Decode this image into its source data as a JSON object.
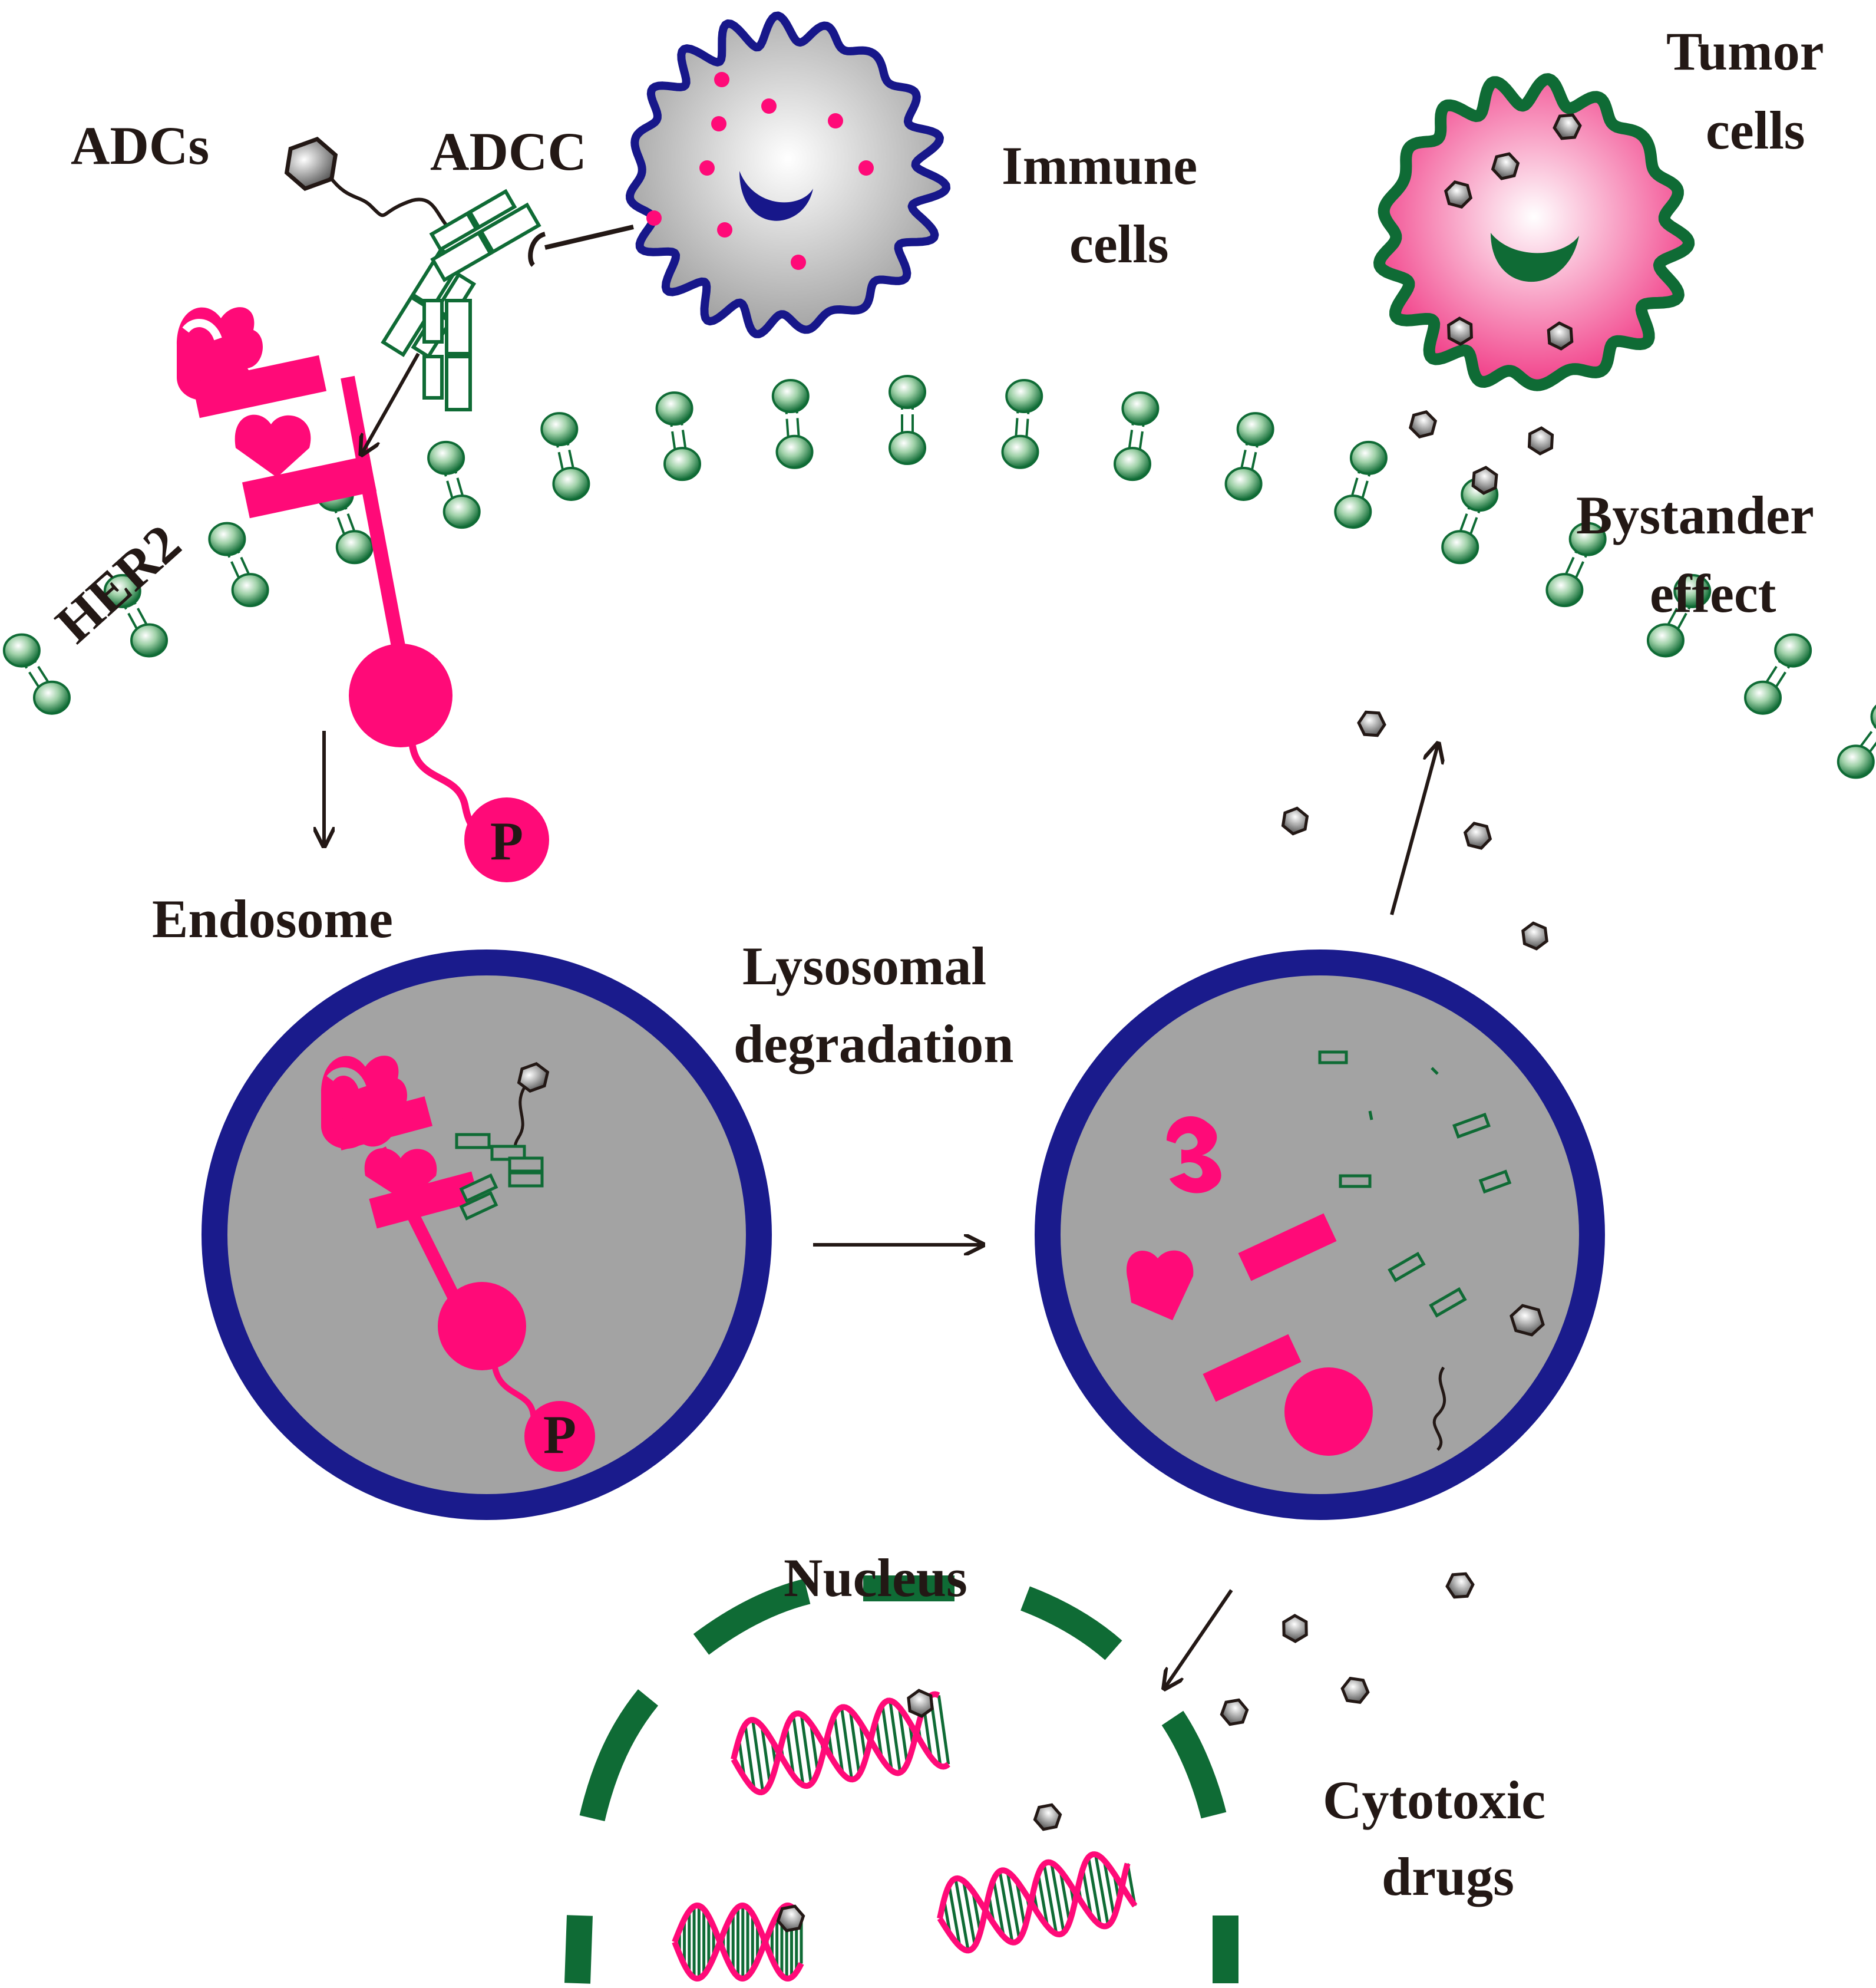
{
  "labels": {
    "adcs": "ADCs",
    "adcc": "ADCC",
    "immune_line1": "Immune",
    "immune_line2": "cells",
    "tumor_line1": "Tumor",
    "tumor_line2": "cells",
    "her2": "HER2",
    "bystander_line1": "Bystander",
    "bystander_line2": "effect",
    "endosome": "Endosome",
    "lysosomal_line1": "Lysosomal",
    "lysosomal_line2": "degradation",
    "nucleus": "Nucleus",
    "cytotoxic_line1": "Cytotoxic",
    "cytotoxic_line2": "drugs",
    "phosphate": "P"
  },
  "colors": {
    "membrane_green": "#0f6b35",
    "her2_pink": "#ff0a78",
    "endosome_ring": "#1a1b8c",
    "endosome_fill": "#a3a3a3",
    "immune_outline": "#17178a",
    "tumor_outline": "#0f6b35",
    "drug_gray": "#555555",
    "text": "#231815"
  },
  "icons": {
    "drug": "hexagon-drug-icon",
    "antibody": "antibody-icon",
    "phosphate": "phosphate-icon",
    "dna": "dna-helix-icon"
  }
}
